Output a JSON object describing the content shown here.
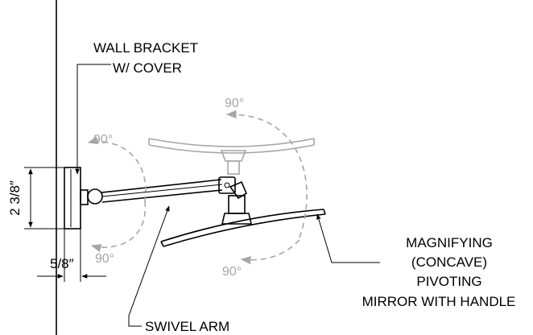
{
  "labels": {
    "wall_bracket_line1": "WALL BRACKET",
    "wall_bracket_line2": "W/ COVER",
    "swivel_arm": "SWIVEL ARM",
    "mirror_line1": "MAGNIFYING",
    "mirror_line2": "(CONCAVE)",
    "mirror_line3": "PIVOTING",
    "mirror_line4": "MIRROR WITH HANDLE"
  },
  "rotation_angles": {
    "top": "90°",
    "left_upper": "90°",
    "left_lower": "90°",
    "bottom": "90°"
  },
  "dimensions": {
    "bracket_height": "2 3/8″",
    "bracket_depth": "5/8″"
  },
  "colors": {
    "ink": "#000000",
    "ghost": "#a6a6a6"
  }
}
